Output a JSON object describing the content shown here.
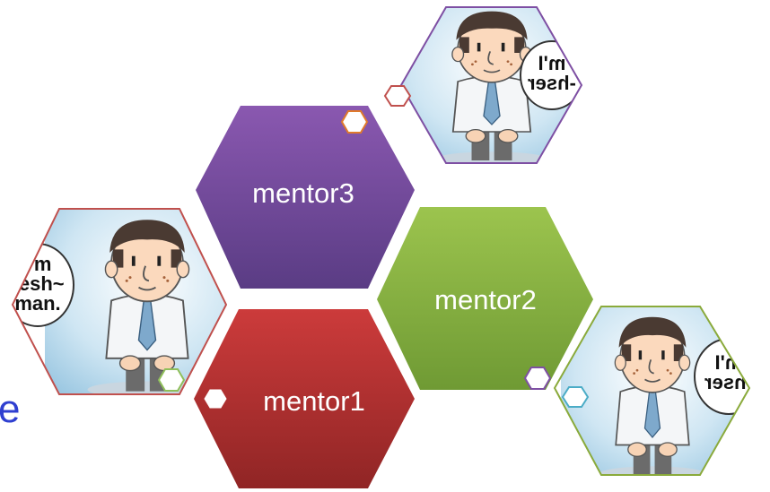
{
  "slide": {
    "left_fragment": "e",
    "tiles": [
      {
        "name": "mentor3",
        "label": "mentor3",
        "color": "#7e4fa3"
      },
      {
        "name": "mentor2",
        "label": "mentor2",
        "color": "#7ea83b"
      },
      {
        "name": "mentor1",
        "label": "mentor1",
        "color": "#b83232"
      }
    ],
    "freshman_speech": "I'm fresh~ man.",
    "frame_colors": {
      "top": "#7e4fa3",
      "left": "#c0504d",
      "right": "#8aaa3b"
    },
    "marker_colors": [
      "#e07a2b",
      "#c0504d",
      "#8fbf5a",
      "#7e4fa3",
      "#4bacc6",
      "#ffffff"
    ]
  }
}
